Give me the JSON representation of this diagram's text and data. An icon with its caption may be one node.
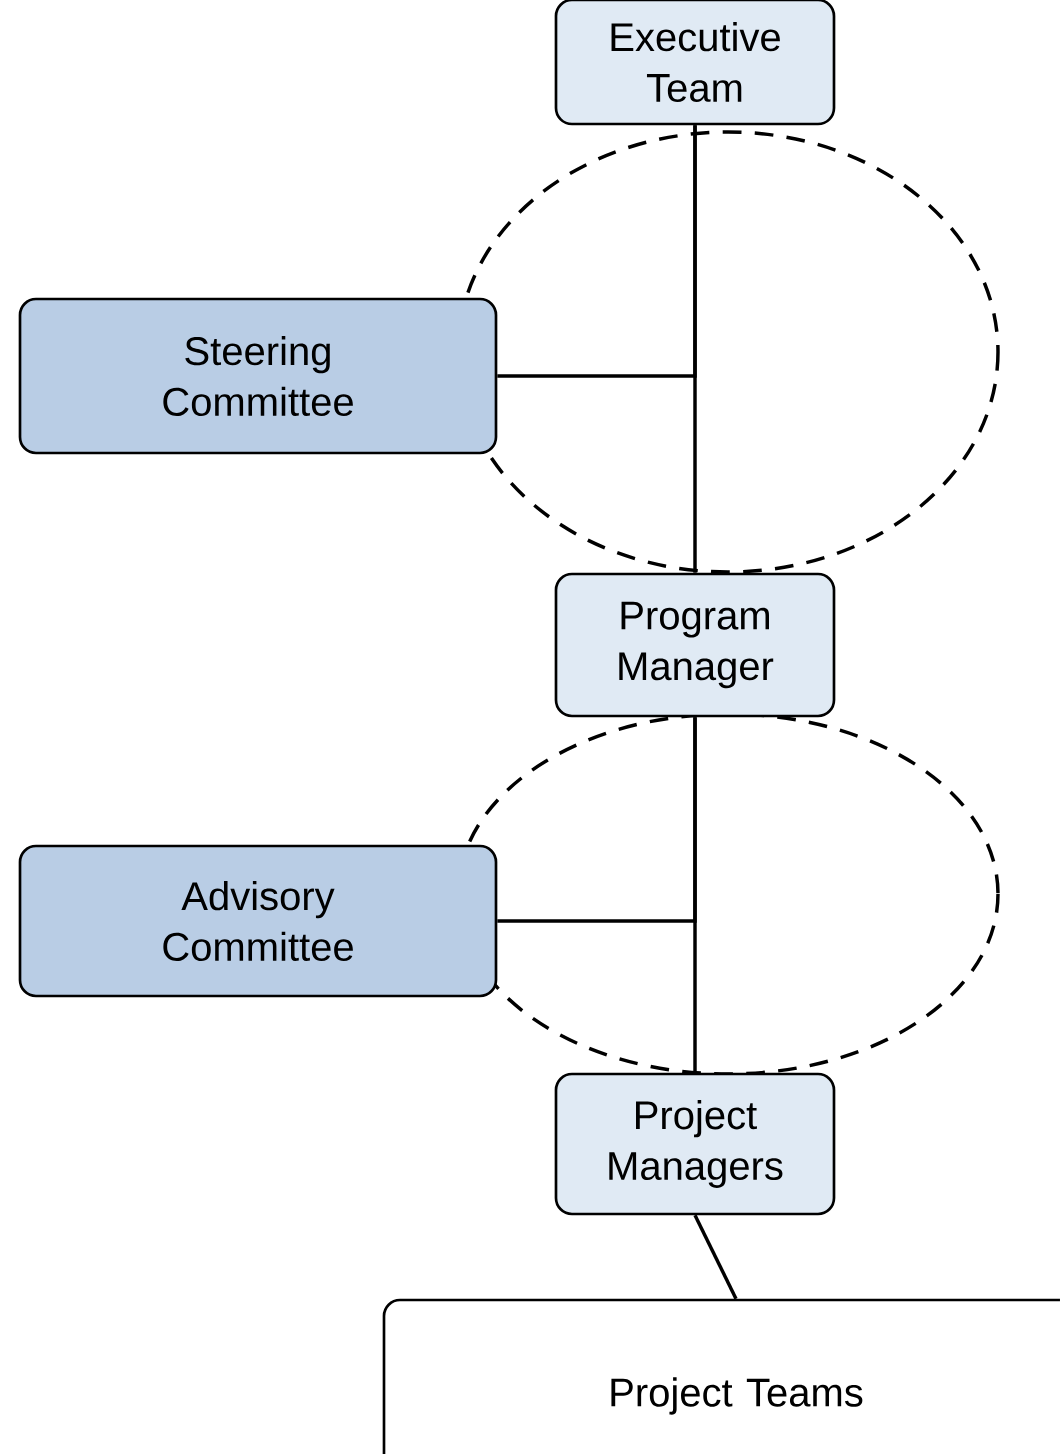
{
  "diagram": {
    "nodes": [
      {
        "text": [
          "Executive Team"
        ]
      },
      {
        "text": [
          "Steering Committee"
        ]
      },
      {
        "text": [
          "Program Manager"
        ]
      },
      {
        "text": [
          "Advisory Committee"
        ]
      },
      {
        "text": [
          "Project Managers"
        ]
      },
      {
        "text": [
          "Project Teams"
        ]
      }
    ],
    "edges": [
      {
        "from": 0,
        "to": 2,
        "arrow": "none"
      },
      {
        "from": 1,
        "to": 0,
        "arrow": "none"
      },
      {
        "from": 2,
        "to": 4,
        "arrow": "none"
      },
      {
        "from": 3,
        "to": 2,
        "arrow": "none"
      },
      {
        "from": 4,
        "to": 5,
        "arrow": "none"
      }
    ]
  }
}
